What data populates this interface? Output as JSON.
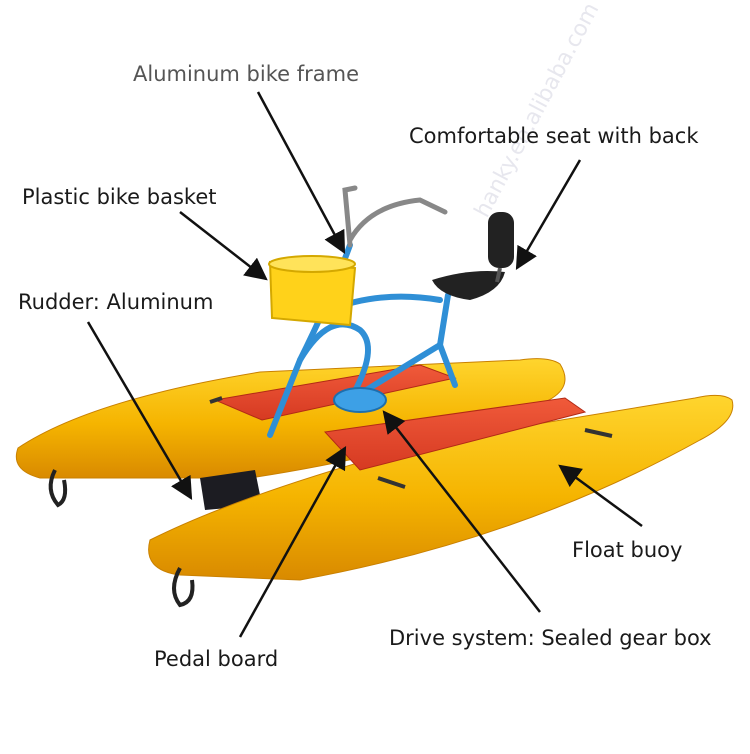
{
  "labels": {
    "frame": "Aluminum bike frame",
    "seat": "Comfortable seat with back",
    "basket": "Plastic bike basket",
    "rudder": "Rudder: Aluminum",
    "float": "Float buoy",
    "drive": "Drive system: Sealed gear box",
    "pedal_board": "Pedal board"
  },
  "watermark": "hanky.en.alibaba.com",
  "colors": {
    "pontoon": "#f5b800",
    "pontoon_shade": "#e89b00",
    "deck": "#e8442a",
    "frame": "#2f8fd6",
    "basket": "#ffd21a",
    "seat": "#222222",
    "arrow": "#111111"
  }
}
